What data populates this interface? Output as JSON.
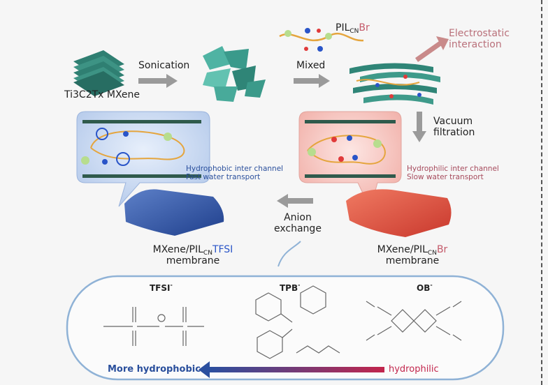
{
  "labels": {
    "mxene": "Ti3C2Tx MXene",
    "sonication": "Sonication",
    "mixed": "Mixed",
    "pil_main": "PIL",
    "pil_sub": "CN",
    "pil_ion": "Br",
    "electrostatic_line1": "Electrostatic",
    "electrostatic_line2": "interaction",
    "vacuum_line1": "Vacuum",
    "vacuum_line2": "filtration",
    "hydrophobic_line1": "Hydrophobic inter channel",
    "hydrophobic_line2": "Fast water transport",
    "hydrophilic_line1": "Hydrophilic inter channel",
    "hydrophilic_line2": "Slow water transport",
    "anion_line1": "Anion",
    "anion_line2": "exchange",
    "left_membrane_main": "MXene/PIL",
    "left_membrane_sub": "CN",
    "left_membrane_ion": "TFSI",
    "left_membrane_line2": "membrane",
    "right_membrane_main": "MXene/PIL",
    "right_membrane_sub": "CN",
    "right_membrane_ion": "Br",
    "right_membrane_line2": "membrane",
    "tfsi": "TFSI",
    "tpb": "TPB",
    "ob": "OB",
    "anion_sup": "-",
    "more_hydrophobic": "More hydrophobic",
    "hydrophilic": "hydrophilic"
  },
  "colors": {
    "blue_membrane": "#3a5fae",
    "red_membrane": "#e0523f",
    "mxene_green": "#3f8f86",
    "arrow_gray": "#9a9a9a",
    "electro_arrow": "#c98a8a"
  }
}
